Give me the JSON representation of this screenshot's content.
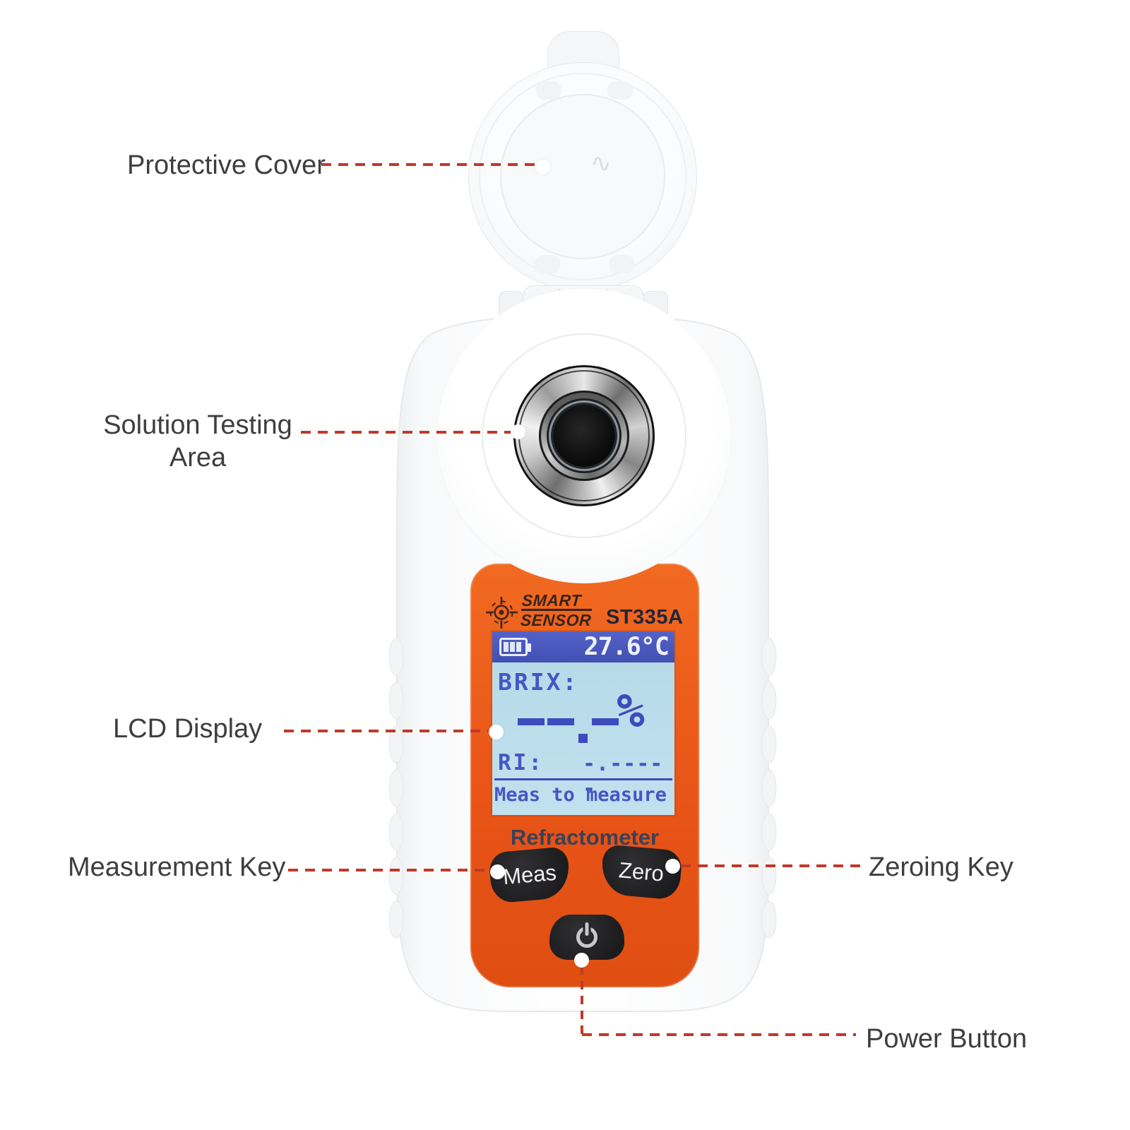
{
  "device": {
    "brand": {
      "line1": "SMART",
      "line2": "SENSOR",
      "logo_icon": "crosshair-target-icon"
    },
    "model": "ST335A",
    "product_name": "Refractometer",
    "cover_mark": "∿",
    "lcd": {
      "battery_icon": "battery-level-3-icon",
      "temperature": "27.6°C",
      "brix_label": "BRIX:",
      "brix_value": "--.-",
      "brix_unit": "%",
      "ri_label": "RI:",
      "ri_value": "-.-----",
      "status_text": "Meas to measure"
    },
    "buttons": {
      "measure": "Meas",
      "zero": "Zero",
      "power_icon": "power-symbol-icon"
    }
  },
  "callouts": {
    "protective_cover": "Protective Cover",
    "solution_testing_area": "Solution Testing Area",
    "lcd_display": "LCD Display",
    "measurement_key": "Measurement Key",
    "zeroing_key": "Zeroing Key",
    "power_button": "Power Button"
  },
  "colors": {
    "panel_orange": "#e95417",
    "lcd_header_blue": "#4a57c0",
    "lcd_screen_blue": "#b9dcea",
    "lcd_text_indigo": "#3d4dbd",
    "button_black": "#232325",
    "callout_line_red": "#bf3a28",
    "label_text": "#3e3e3e",
    "body_white": "#f8f9fa"
  }
}
